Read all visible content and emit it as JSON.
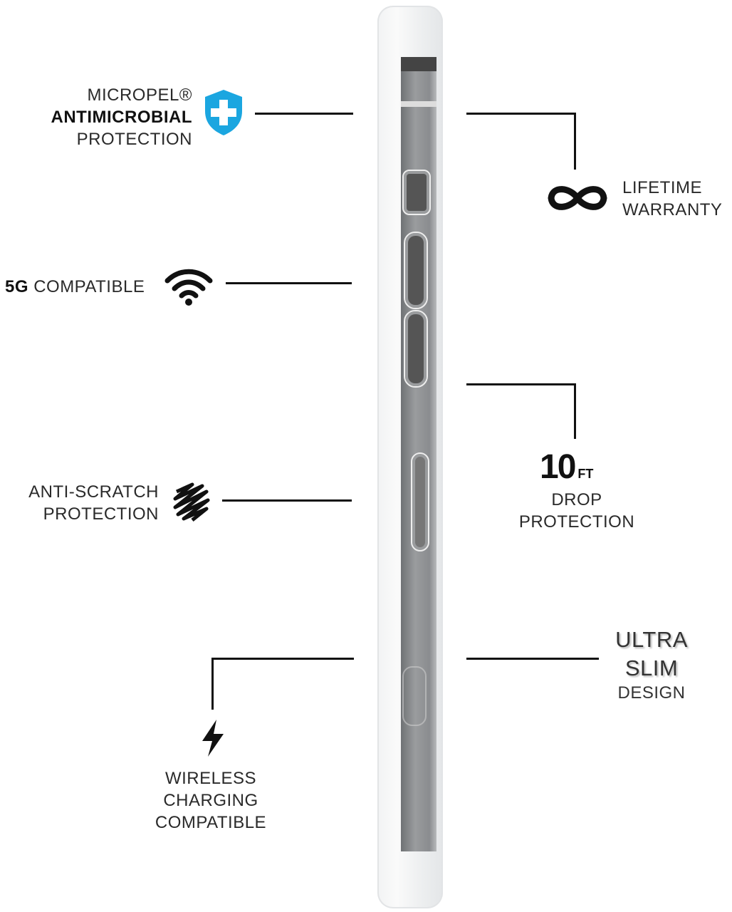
{
  "features": {
    "antimicrobial": {
      "line1": "MICROPEL®",
      "line2": "ANTIMICROBIAL",
      "line3": "PROTECTION",
      "icon": "shield-plus-icon",
      "icon_color": "#1ba6e0"
    },
    "warranty": {
      "line1": "LIFETIME",
      "line2": "WARRANTY",
      "icon": "infinity-icon"
    },
    "fiveg": {
      "bold": "5G",
      "text": "COMPATIBLE",
      "icon": "wifi-icon"
    },
    "drop": {
      "number": "10",
      "unit": "FT",
      "line1": "DROP",
      "line2": "PROTECTION"
    },
    "scratch": {
      "line1": "ANTI-SCRATCH",
      "line2": "PROTECTION",
      "icon": "scribble-icon"
    },
    "slim": {
      "line1": "ULTRA",
      "line2": "SLIM",
      "line3": "DESIGN"
    },
    "wireless": {
      "line1": "WIRELESS",
      "line2": "CHARGING",
      "line3": "COMPATIBLE",
      "icon": "lightning-icon"
    }
  }
}
